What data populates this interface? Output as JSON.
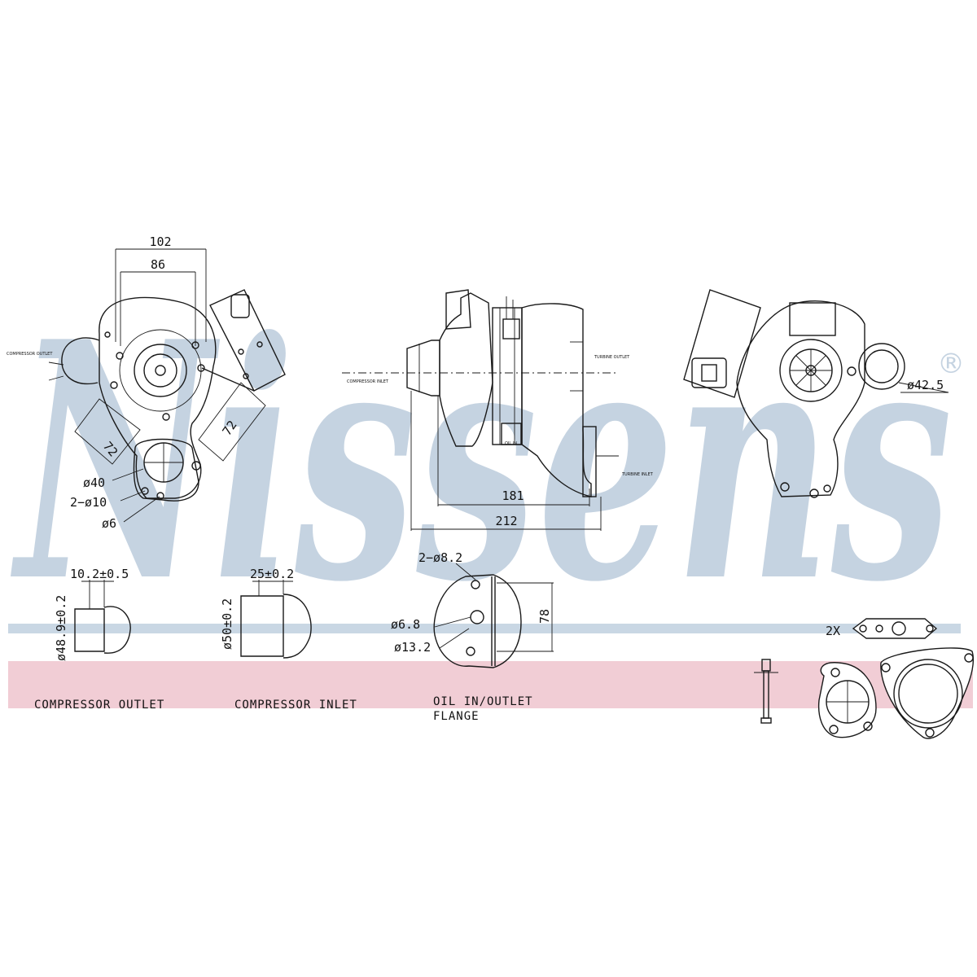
{
  "watermark": {
    "text": "Nissens",
    "registered": "®",
    "color": "#c5d3e1",
    "band_blue": "#c9d7e4",
    "band_pink": "#f1cdd5"
  },
  "side_view": {
    "width_outer": "102",
    "width_inner": "86",
    "dia_outlet": "ø40",
    "bolt_holes": "2−ø10",
    "dia_small": "ø6",
    "diag_left": "72",
    "diag_right": "72",
    "outlet_label": "COMPRESSOR OUTLET"
  },
  "center_view": {
    "length_inner": "181",
    "length_outer": "212",
    "inlet_label": "COMPRESSOR INLET",
    "turbine_outlet_label": "TURBINE OUTLET",
    "turbine_inlet_label": "TURBINE INLET",
    "oil_label": "OIL IN"
  },
  "right_view": {
    "dia_turbine": "ø42.5"
  },
  "details": {
    "outlet": {
      "dim_top": "10.2±0.5",
      "dim_side": "ø48.9±0.2",
      "caption": "COMPRESSOR OUTLET"
    },
    "inlet": {
      "dim_top": "25±0.2",
      "dim_side": "ø50±0.2",
      "caption": "COMPRESSOR INLET"
    },
    "oil": {
      "holes": "2−ø8.2",
      "dia_a": "ø6.8",
      "dia_b": "ø13.2",
      "height": "78",
      "caption_1": "OIL IN/OUTLET",
      "caption_2": "FLANGE"
    },
    "gasket_qty": "2X"
  }
}
